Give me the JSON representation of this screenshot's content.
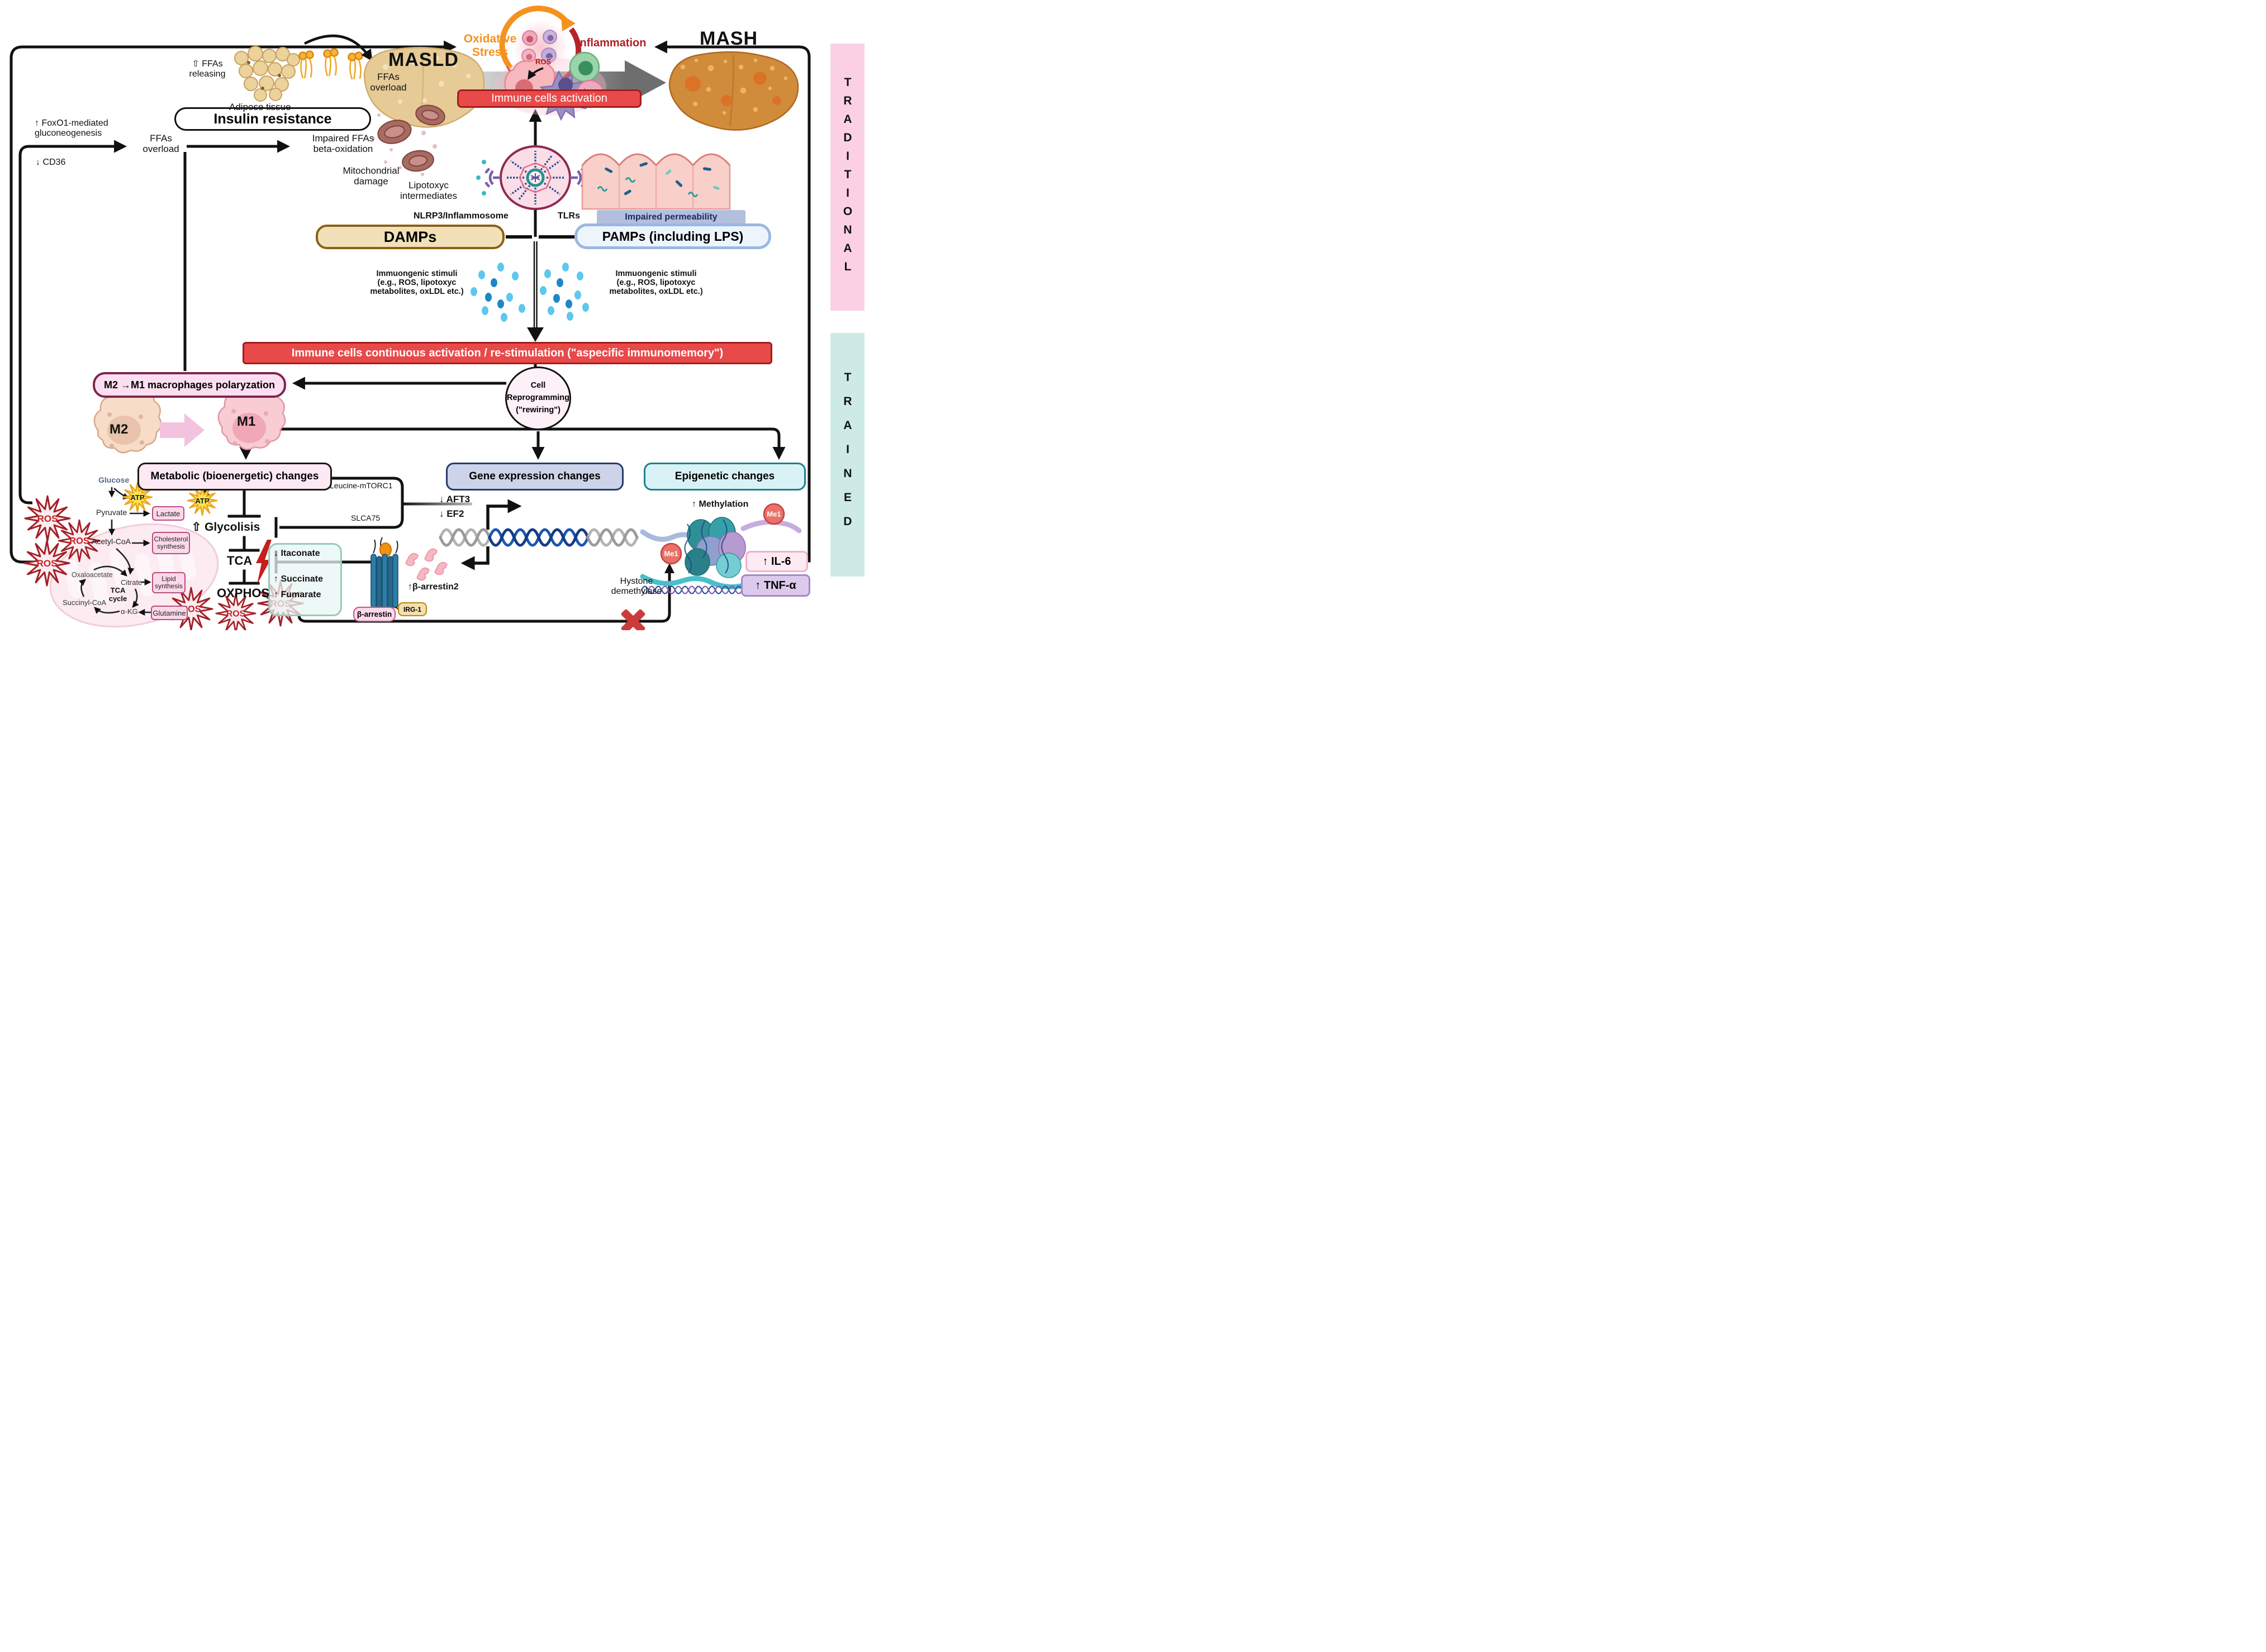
{
  "colors": {
    "accent_orange": "#f5921f",
    "accent_dark_red": "#ad1f24",
    "banner_red": "#e84a49",
    "banner_border": "#a21d1d",
    "damps_fill": "#f2e0b8",
    "damps_border": "#8a6114",
    "pamps_fill": "#eef4fc",
    "pamps_border": "#9ab8e0",
    "metabolic_fill": "#fde9f4",
    "gene_fill": "#cdd4e9",
    "epigenetic_fill": "#d9f2f5",
    "traditional_band": "#fbd0e5",
    "trained_band": "#cdeae6",
    "ros_star_stroke": "#a31f26",
    "atp_star_fill": "#fbe54d"
  },
  "sidebar": {
    "traditional": "TRADITIONAL",
    "trained": "TRAINED"
  },
  "top": {
    "oxidative": "Oxidative\nStress",
    "inflammation": "Inflammation",
    "masld": "MASLD",
    "mash": "MASH",
    "ffas_releasing": "⇧ FFAs\nreleasing",
    "adipose": "Adipose tissue",
    "insulin": "Insulin resistance",
    "liver_ffas": "FFAs\noverload",
    "ros": "ROS",
    "immune_activation": "Immune cells activation"
  },
  "left": {
    "foxo1": "↑ FoxO1-mediated\ngluconeogenesis",
    "cd36": "↓ CD36",
    "ffas_overload": "FFAs\noverload",
    "impaired_ffas": "Impaired FFAs\nbeta-oxidation",
    "mito_damage": "Mitochondrial\ndamage",
    "lipotoxyc": "Lipotoxyc\nintermediates"
  },
  "middle": {
    "nlrp3": "NLRP3/Inflammosome",
    "tlrs": "TLRs",
    "permeability": "Impaired permeability",
    "damps": "DAMPs",
    "pamps": "PAMPs (including LPS)",
    "stimuli": "Immuongenic stimuli\n(e.g., ROS, lipotoxyc\nmetabolites, oxLDL etc.)",
    "banner": "Immune cells continuous activation / re-stimulation (\"aspecific immunomemory\")",
    "reprogramming": "Cell\nReprogramming\n(\"rewiring\")",
    "m2m1": "M2 →M1 macrophages polaryzation",
    "m2": "M2",
    "m1": "M1"
  },
  "changes": {
    "metabolic": "Metabolic (bioenergetic) changes",
    "gene": "Gene expression changes",
    "epigenetic": "Epigenetic changes"
  },
  "metabolism": {
    "glucose": "Glucose",
    "atp": "ATP",
    "pyruvate": "Pyruvate",
    "lactate": "Lactate",
    "acetyl": "Acetyl-CoA",
    "cholesterol": "Cholesterol\nsynthesis",
    "oxaloacetate": "Oxaloacetate",
    "citrate": "Citrate",
    "tca_cycle": "TCA\ncycle",
    "succinyl": "Succinyl-CoA",
    "akg": "α-KG",
    "glutamine": "Glutamine",
    "lipid": "Lipid\nsynthesis",
    "ros": "ROS",
    "glycolisis": "⇧ Glycolisis",
    "tca": "TCA",
    "oxphos": "OXPHOS",
    "leucine": "Leucine-mTORC1",
    "slca75": "SLCA75",
    "itaconate": "↓ Itaconate",
    "succinate": "↑ Succinate",
    "fumarate": "↑ Fumarate",
    "b_arrestin": "β-arrestin",
    "irg1": "IRG-1",
    "b_arrestin2": "↑β-arrestin2"
  },
  "gene_detail": {
    "aft3": "↓ AFT3",
    "ef2": "↓ EF2"
  },
  "epigenetic_detail": {
    "methylation": "↑ Methylation",
    "me1": "Me1",
    "hystone": "Hystone\ndemethylase",
    "il6": "↑ IL-6",
    "tnfa": "↑ TNF-α"
  }
}
